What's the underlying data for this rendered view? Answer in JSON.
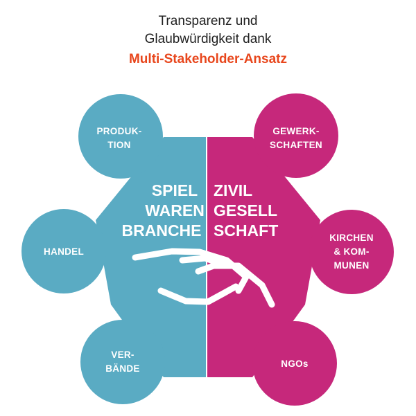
{
  "title": {
    "line1": "Transparenz und",
    "line2": "Glaubwürdigkeit dank",
    "highlight": "Multi-Stakeholder-Ansatz"
  },
  "colors": {
    "left": "#5aabc3",
    "right": "#c6287b",
    "title_highlight": "#e8461c"
  },
  "center": {
    "left": [
      "SPIEL",
      "WAREN",
      "BRANCHE"
    ],
    "right": [
      "ZIVIL",
      "GESELL",
      "SCHAFT"
    ]
  },
  "satellites": {
    "produktion": [
      "PRODUK-",
      "TION"
    ],
    "handel": [
      "HANDEL"
    ],
    "verbaende": [
      "VER-",
      "BÄNDE"
    ],
    "gewerkschaften": [
      "GEWERK-",
      "SCHAFTEN"
    ],
    "kirchen": [
      "KIRCHEN",
      "& KOM-",
      "MUNEN"
    ],
    "ngos": [
      "NGOs"
    ]
  },
  "icon": "handshake-icon"
}
